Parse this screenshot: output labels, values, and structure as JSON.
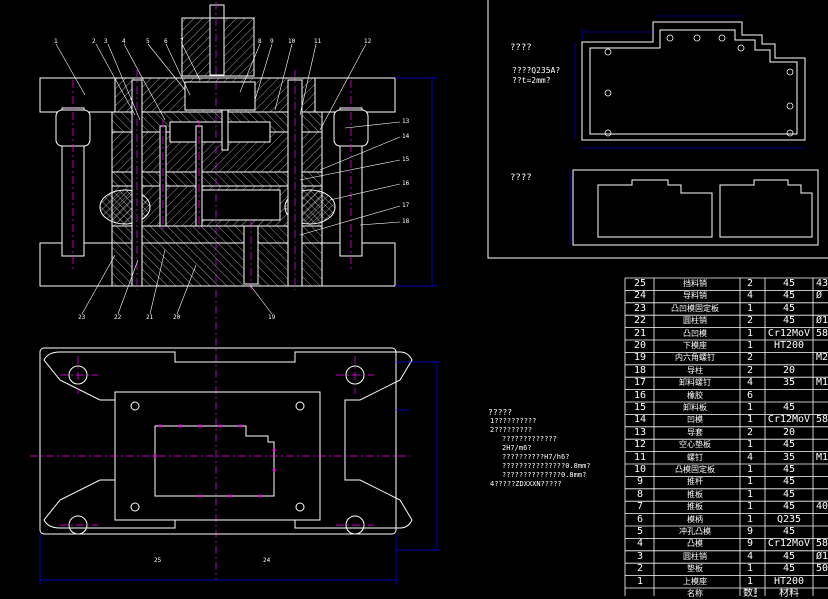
{
  "part_view_label": "????",
  "part_material": "????Q235A?",
  "part_thickness": "??t=2mm?",
  "layout_view_label": "????",
  "notes": {
    "title": "?????",
    "lines": [
      "1??????????",
      "2?????????",
      "?????????????",
      "2H7/m6?",
      "??????????H7/h6?",
      "???????????????0.8mm?",
      "??????????????0.8mm?",
      "4?????ZDXXXN?????"
    ]
  },
  "balloons_top": [
    "1",
    "2",
    "3",
    "4",
    "5",
    "6",
    "7",
    "8",
    "9",
    "10",
    "11",
    "12"
  ],
  "balloons_right": [
    "13",
    "14",
    "15",
    "16",
    "17",
    "18"
  ],
  "balloons_bottom": [
    "23",
    "22",
    "21",
    "20",
    "19"
  ],
  "balloons_plan": [
    "25",
    "24"
  ],
  "bom": [
    {
      "no": "25",
      "name": "挡料销",
      "qty": "2",
      "mat": "45",
      "rem": "43"
    },
    {
      "no": "24",
      "name": "导料销",
      "qty": "4",
      "mat": "45",
      "rem": "Ø"
    },
    {
      "no": "23",
      "name": "凸凹模固定板",
      "qty": "1",
      "mat": "45",
      "rem": ""
    },
    {
      "no": "22",
      "name": "圆柱销",
      "qty": "2",
      "mat": "45",
      "rem": "Ø1"
    },
    {
      "no": "21",
      "name": "凸凹模",
      "qty": "1",
      "mat": "Cr12MoV",
      "rem": "58"
    },
    {
      "no": "20",
      "name": "下模座",
      "qty": "1",
      "mat": "HT200",
      "rem": ""
    },
    {
      "no": "19",
      "name": "内六角螺钉",
      "qty": "2",
      "mat": "",
      "rem": "M2"
    },
    {
      "no": "18",
      "name": "导柱",
      "qty": "2",
      "mat": "20",
      "rem": ""
    },
    {
      "no": "17",
      "name": "卸料螺钉",
      "qty": "4",
      "mat": "35",
      "rem": "M1"
    },
    {
      "no": "16",
      "name": "橡胶",
      "qty": "6",
      "mat": "",
      "rem": ""
    },
    {
      "no": "15",
      "name": "卸料板",
      "qty": "1",
      "mat": "45",
      "rem": ""
    },
    {
      "no": "14",
      "name": "凹模",
      "qty": "1",
      "mat": "Cr12MoV",
      "rem": "58"
    },
    {
      "no": "13",
      "name": "导套",
      "qty": "2",
      "mat": "20",
      "rem": ""
    },
    {
      "no": "12",
      "name": "空心垫板",
      "qty": "1",
      "mat": "45",
      "rem": ""
    },
    {
      "no": "11",
      "name": "螺钉",
      "qty": "4",
      "mat": "35",
      "rem": "M1"
    },
    {
      "no": "10",
      "name": "凸模固定板",
      "qty": "1",
      "mat": "45",
      "rem": ""
    },
    {
      "no": "9",
      "name": "推杆",
      "qty": "1",
      "mat": "45",
      "rem": ""
    },
    {
      "no": "8",
      "name": "推板",
      "qty": "1",
      "mat": "45",
      "rem": ""
    },
    {
      "no": "7",
      "name": "推板",
      "qty": "1",
      "mat": "45",
      "rem": "40"
    },
    {
      "no": "6",
      "name": "模柄",
      "qty": "1",
      "mat": "Q235",
      "rem": ""
    },
    {
      "no": "5",
      "name": "冲孔凸模",
      "qty": "9",
      "mat": "45",
      "rem": ""
    },
    {
      "no": "4",
      "name": "凸模",
      "qty": "9",
      "mat": "Cr12MoV",
      "rem": "58"
    },
    {
      "no": "3",
      "name": "圆柱销",
      "qty": "4",
      "mat": "45",
      "rem": "Ø1"
    },
    {
      "no": "2",
      "name": "垫板",
      "qty": "1",
      "mat": "45",
      "rem": "50"
    },
    {
      "no": "1",
      "name": "上模座",
      "qty": "1",
      "mat": "HT200",
      "rem": ""
    }
  ],
  "bom_header": {
    "name": "名称",
    "qty": "数量",
    "mat": "材料"
  },
  "colors": {
    "bg": "#000000",
    "line": "#ffffff",
    "center": "#ff00ff",
    "dim": "#0000ff",
    "hatch": "#ffffff"
  }
}
